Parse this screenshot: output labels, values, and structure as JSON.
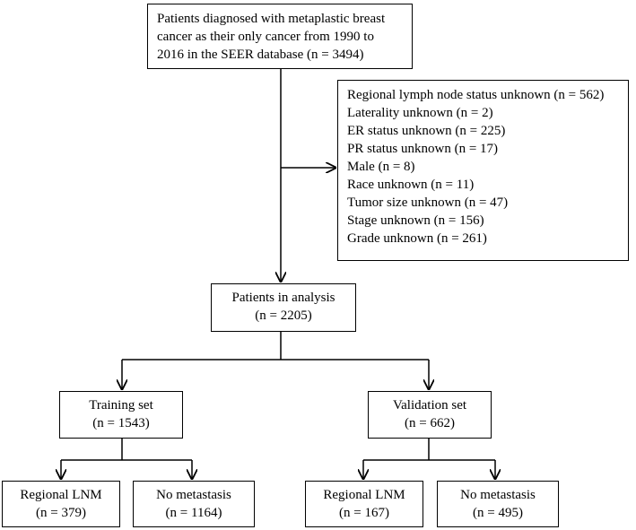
{
  "source": {
    "lines": [
      "Patients diagnosed with metaplastic breast",
      "cancer as their only cancer from 1990 to",
      "2016 in the SEER database (n = 3494)"
    ]
  },
  "exclusions": {
    "items": [
      "Regional lymph node status unknown (n = 562)",
      "Laterality unknown (n = 2)",
      "ER status unknown (n = 225)",
      "PR status unknown (n = 17)",
      "Male (n = 8)",
      "Race unknown (n = 11)",
      "Tumor size unknown (n = 47)",
      "Stage unknown (n = 156)",
      "Grade unknown (n = 261)"
    ]
  },
  "analysis": {
    "title": "Patients in analysis",
    "count": "(n = 2205)"
  },
  "training": {
    "title": "Training set",
    "count": "(n = 1543)",
    "lnm": {
      "title": "Regional LNM",
      "count": "(n = 379)"
    },
    "no_metastasis": {
      "title": "No metastasis",
      "count": "(n = 1164)"
    }
  },
  "validation": {
    "title": "Validation set",
    "count": "(n = 662)",
    "lnm": {
      "title": "Regional LNM",
      "count": "(n = 167)"
    },
    "no_metastasis": {
      "title": "No metastasis",
      "count": "(n = 495)"
    }
  }
}
